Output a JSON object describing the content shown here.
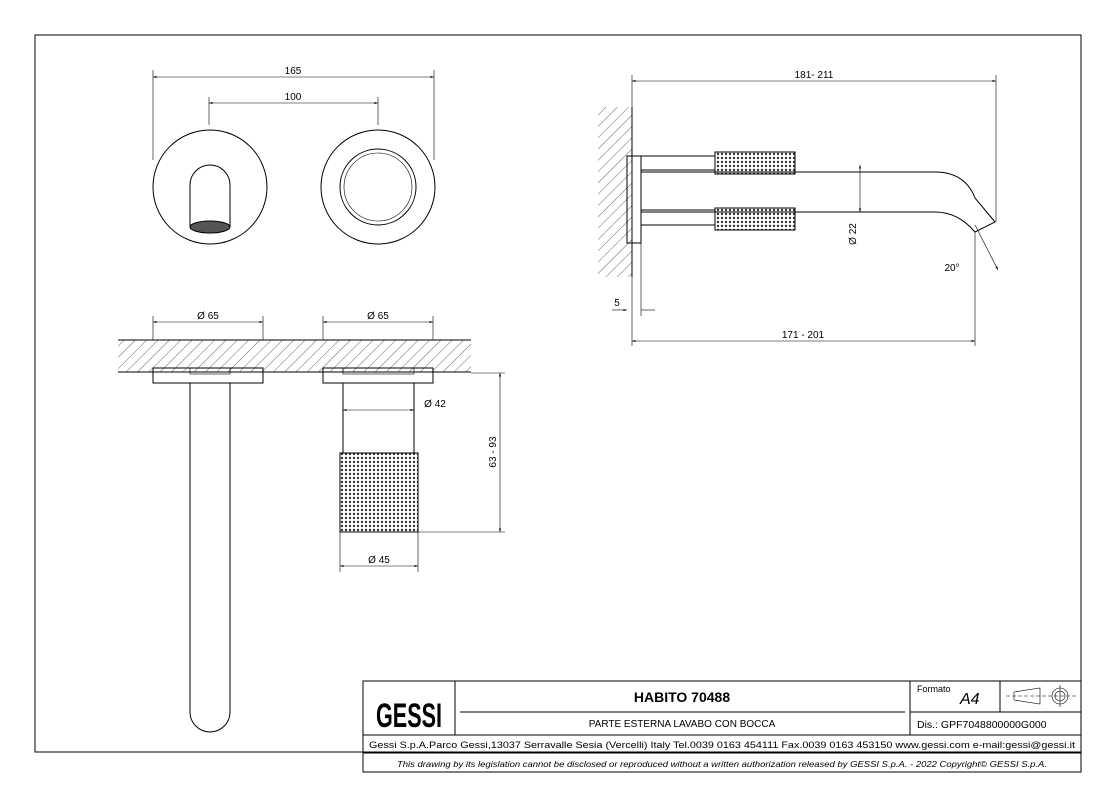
{
  "drawing": {
    "dimensions": {
      "front_width": "165",
      "front_spacing": "100",
      "flange_left": "Ø 65",
      "flange_right": "Ø 65",
      "stem_diameter": "Ø 42",
      "handle_diameter": "Ø 45",
      "handle_depth": "63 - 93",
      "side_total": "181- 211",
      "side_projection": "171 - 201",
      "flange_thickness": "5",
      "spout_diameter": "Ø 22",
      "spout_angle": "20°"
    }
  },
  "title_block": {
    "logo": "GESSI",
    "title": "HABITO 70488",
    "subtitle": "PARTE ESTERNA LAVABO CON BOCCA",
    "format_label": "Formato",
    "format_value": "A4",
    "drawing_number": "Dis.: GPF7048800000G000",
    "company_info": "Gessi S.p.A.Parco Gessi,13037 Serravalle Sesia (Vercelli) Italy Tel.0039 0163 454111 Fax.0039 0163 453150 www.gessi.com e-mail:gessi@gessi.it",
    "disclaimer": "This drawing by its legislation cannot be disclosed or reproduced without a written authorization released by GESSI S.p.A. - 2022 Copyright© GESSI S.p.A."
  }
}
